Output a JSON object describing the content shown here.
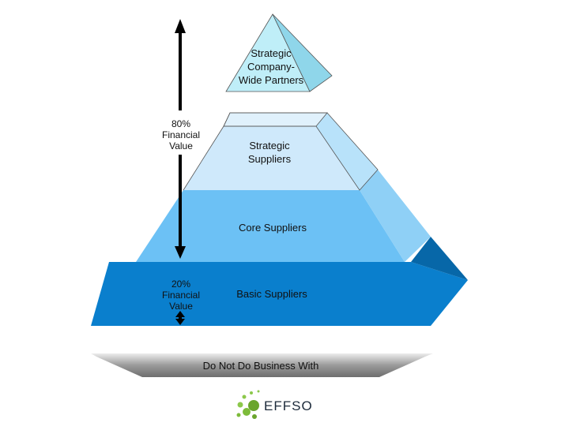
{
  "diagram": {
    "tiers": {
      "top": [
        "Strategic",
        "Company-",
        "Wide Partners"
      ],
      "strategic": [
        "Strategic",
        "Suppliers"
      ],
      "core": "Core Suppliers",
      "basic": "Basic Suppliers"
    },
    "value_labels": {
      "upper": [
        "80%",
        "Financial",
        "Value"
      ],
      "lower": [
        "20%",
        "Financial",
        "Value"
      ]
    },
    "base": "Do Not Do Business With"
  },
  "logo": {
    "text": "EFFSO"
  },
  "colors": {
    "top_tier": "#bfeef8",
    "strategic_tier": "#cfe9fb",
    "core_tier": "#6cc1f5",
    "basic_tier": "#0a7fcd",
    "base_bar": "#8a8a8a",
    "arrow": "#000000",
    "logo_green": "#6aa52c"
  }
}
